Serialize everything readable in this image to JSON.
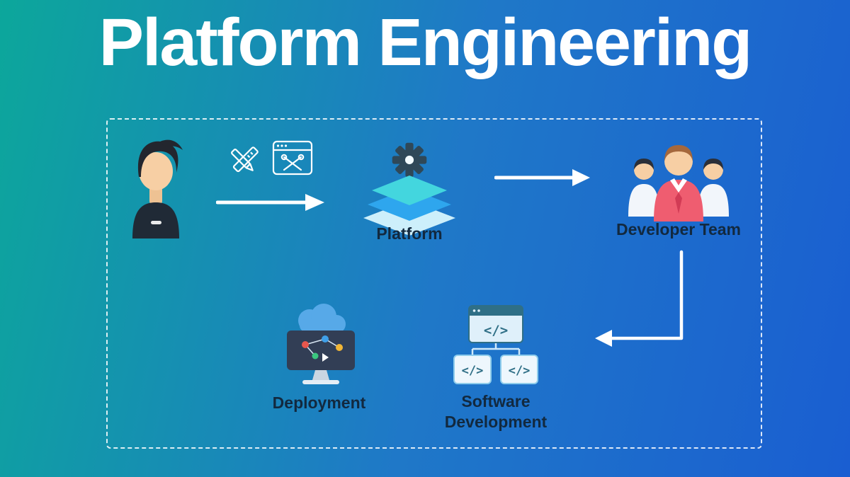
{
  "title": "Platform Engineering",
  "glyphs": {
    "code": "</>"
  },
  "labels": {
    "platform": "Platform",
    "developer_team": "Developer Team",
    "deployment": "Deployment",
    "software_line1": "Software",
    "software_line2": "Development"
  },
  "colors": {
    "bg_gradient_left": "#0ca79b",
    "bg_gradient_right": "#1a5ed1",
    "label_text": "#12293f",
    "arrow": "#ffffff",
    "layer_top": "#43d6de",
    "layer_middle": "#2ea6ee",
    "layer_bottom": "#cdeffb",
    "gear": "#2f4858",
    "team_shirt": "#ef5d70",
    "cloud": "#57a9e8",
    "monitor": "#323e55"
  }
}
